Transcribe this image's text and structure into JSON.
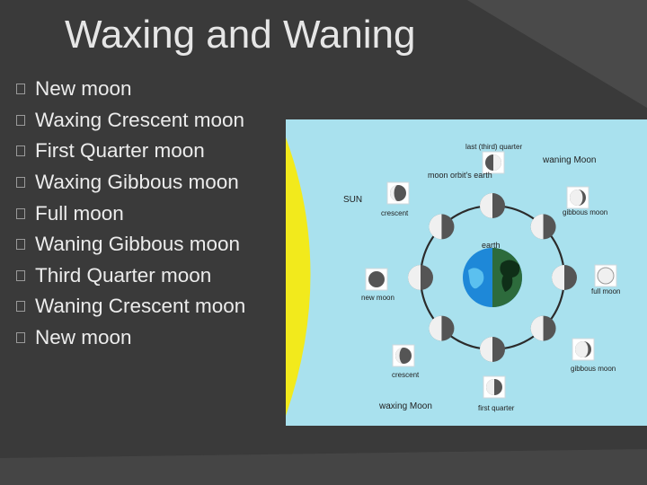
{
  "slide": {
    "title": "Waxing and Waning",
    "bullets": [
      "New moon",
      "Waxing Crescent moon",
      "First Quarter moon",
      "Waxing Gibbous moon",
      "Full moon",
      "Waning Gibbous moon",
      "Third Quarter moon",
      "Waning Crescent moon",
      "New moon"
    ]
  },
  "diagram": {
    "labels": {
      "sun": "SUN",
      "earth": "earth",
      "orbit": "moon orbit's earth",
      "waning_moon": "waning Moon",
      "waxing_moon": "waxing Moon",
      "last_quarter": "last (third) quarter",
      "first_quarter": "first quarter",
      "crescent_top": "crescent",
      "crescent_bottom": "crescent",
      "gibbous_top": "gibbous moon",
      "gibbous_bottom": "gibbous moon",
      "new_moon": "new moon",
      "full_moon": "full moon"
    },
    "colors": {
      "sky": "#a9e1ee",
      "sun": "#f2ea1c",
      "earth_ocean": "#1e88d8",
      "earth_land": "#2d6b3c",
      "moon_light": "#f0f0f0",
      "moon_dark": "#555555"
    }
  }
}
